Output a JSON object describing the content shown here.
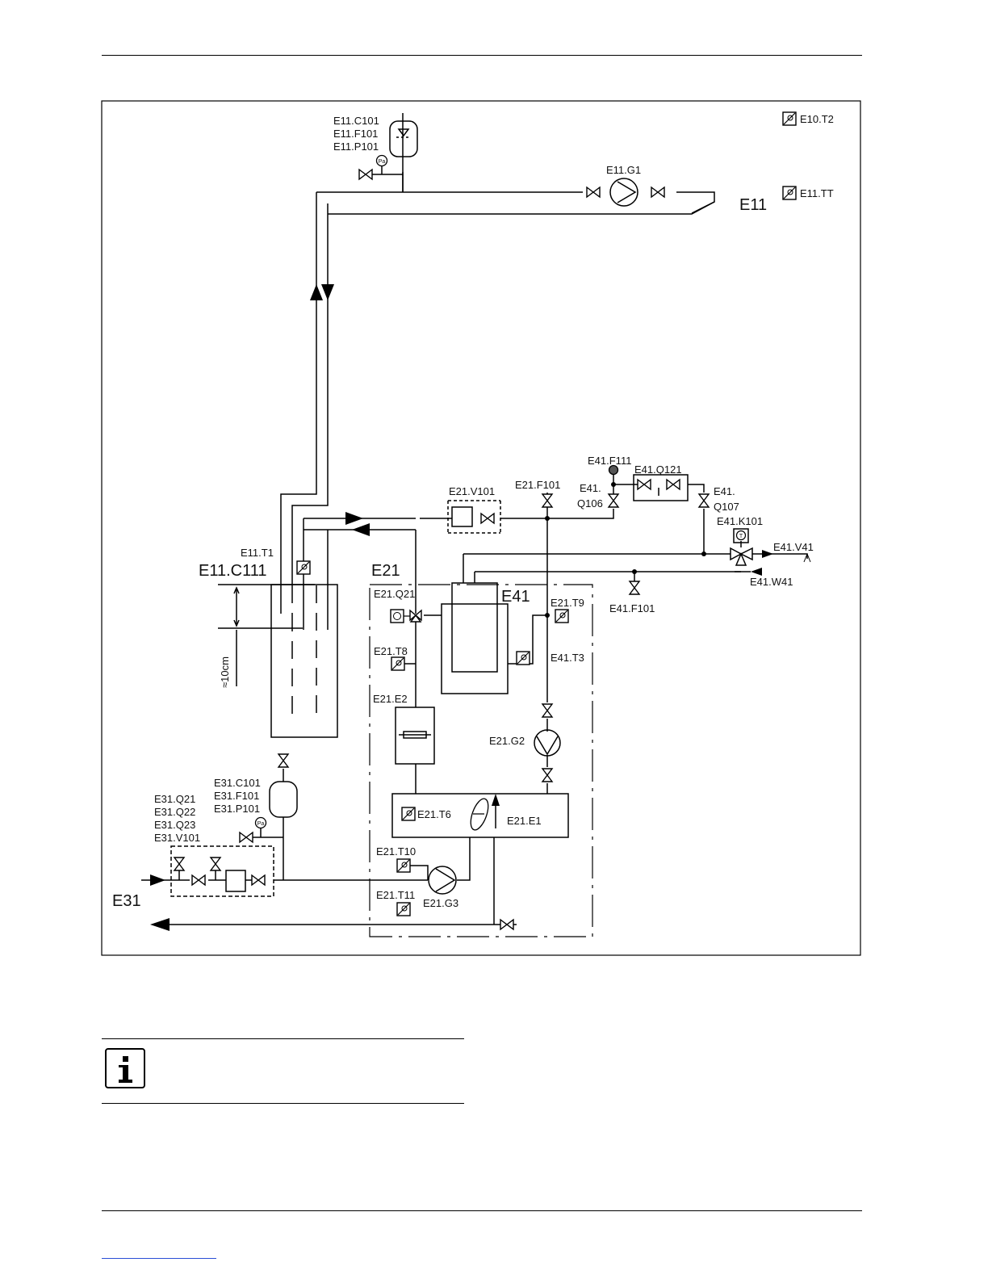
{
  "diagram": {
    "labels": {
      "e11_c101": "E11.C101",
      "e11_f101": "E11.F101",
      "e11_p101": "E11.P101",
      "e10_t2": "E10.T2",
      "e11_g1": "E11.G1",
      "e11": "E11",
      "e11_tt": "E11.TT",
      "e41_f111": "E41.F111",
      "e41_q121": "E41.Q121",
      "e21_v101": "E21.V101",
      "e21_f101": "E21.F101",
      "e41_q106_a": "E41.",
      "e41_q106_b": "Q106",
      "e41_q107_a": "E41.",
      "e41_q107_b": "Q107",
      "e41_k101": "E41.K101",
      "e41_v41": "E41.V41",
      "e11_t1": "E11.T1",
      "e11_c111": "E11.C111",
      "e21": "E21",
      "e41_w41": "E41.W41",
      "e41_f101": "E41.F101",
      "e21_q21": "E21.Q21",
      "e41": "E41",
      "e21_t9": "E21.T9",
      "e21_t8": "E21.T8",
      "e41_t3": "E41.T3",
      "approx_10cm": "≈10cm",
      "e21_e2": "E21.E2",
      "e21_g2": "E21.G2",
      "e31_c101": "E31.C101",
      "e31_f101": "E31.F101",
      "e31_p101": "E31.P101",
      "e31_q21": "E31.Q21",
      "e31_q22": "E31.Q22",
      "e31_q23": "E31.Q23",
      "e31_v101": "E31.V101",
      "e21_t6": "E21.T6",
      "e21_e1": "E21.E1",
      "e21_t10": "E21.T10",
      "e31": "E31",
      "e21_t11": "E21.T11",
      "e21_g3": "E21.G3",
      "pa": "Pa",
      "t_symbol": "T"
    }
  },
  "note": {
    "icon": "info-icon"
  }
}
